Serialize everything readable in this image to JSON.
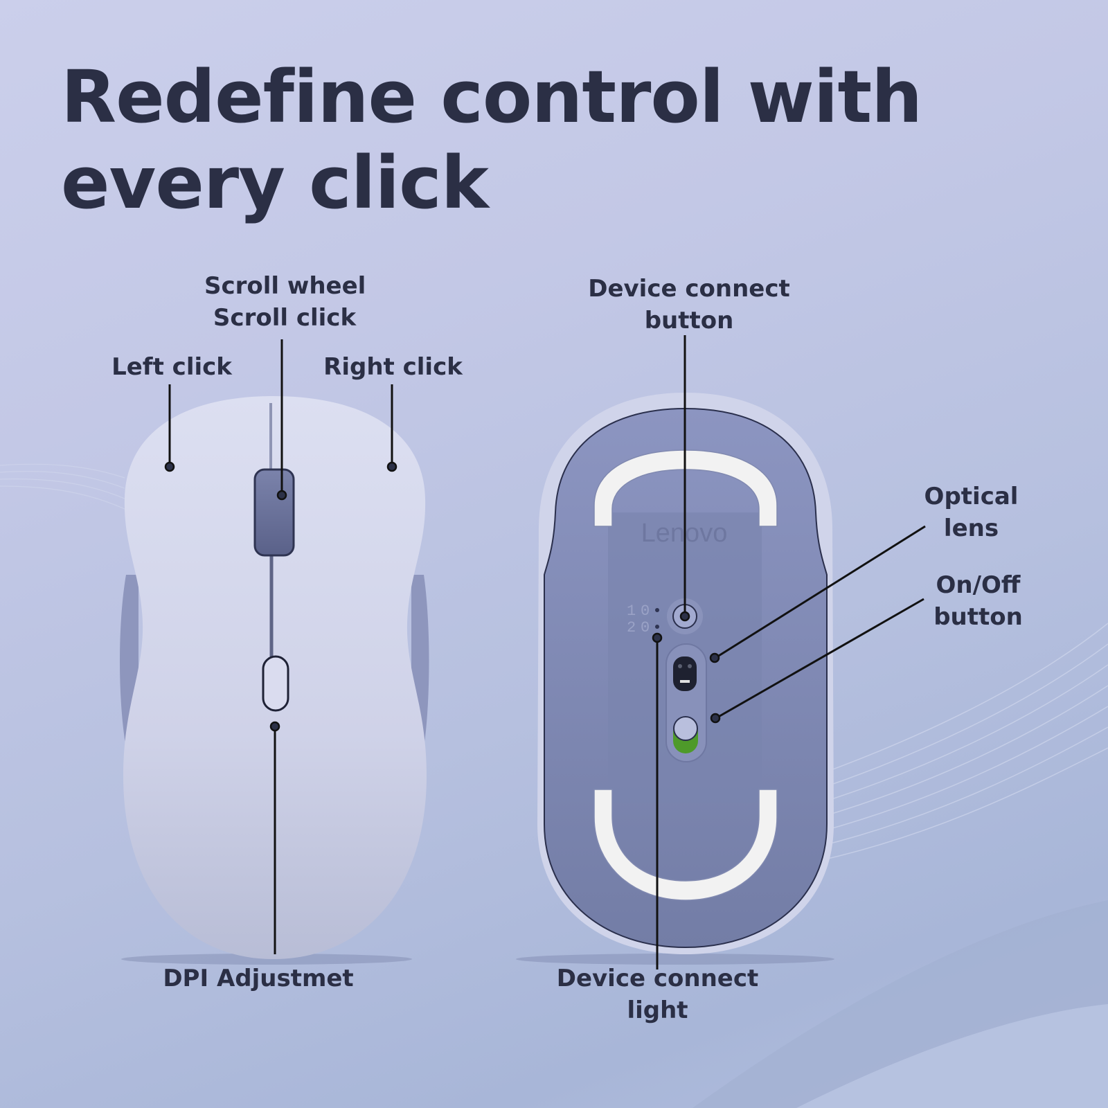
{
  "headline": {
    "line1": "Redefine control with",
    "line2": "every click"
  },
  "brand": {
    "logo_text": "Lenovo"
  },
  "top_view": {
    "labels": {
      "left_click": "Left click",
      "scroll_line1": "Scroll wheel",
      "scroll_line2": "Scroll click",
      "right_click": "Right click",
      "dpi": "DPI Adjustmet"
    }
  },
  "bottom_view": {
    "labels": {
      "device_connect_button_line1": "Device connect",
      "device_connect_button_line2": "button",
      "optical_lens_line1": "Optical",
      "optical_lens_line2": "lens",
      "on_off_line1": "On/Off",
      "on_off_line2": "button",
      "device_connect_light_line1": "Device connect",
      "device_connect_light_line2": "light"
    },
    "channel_indicators": [
      "1",
      "2"
    ]
  },
  "colors": {
    "text": "#2b2f45",
    "mouse_top_shell": "#d6d9ee",
    "mouse_base": "#7c86b0",
    "skate_feet": "#f2f2f2",
    "power_switch_green": "#4e9a2a",
    "callout_line": "#111111"
  }
}
